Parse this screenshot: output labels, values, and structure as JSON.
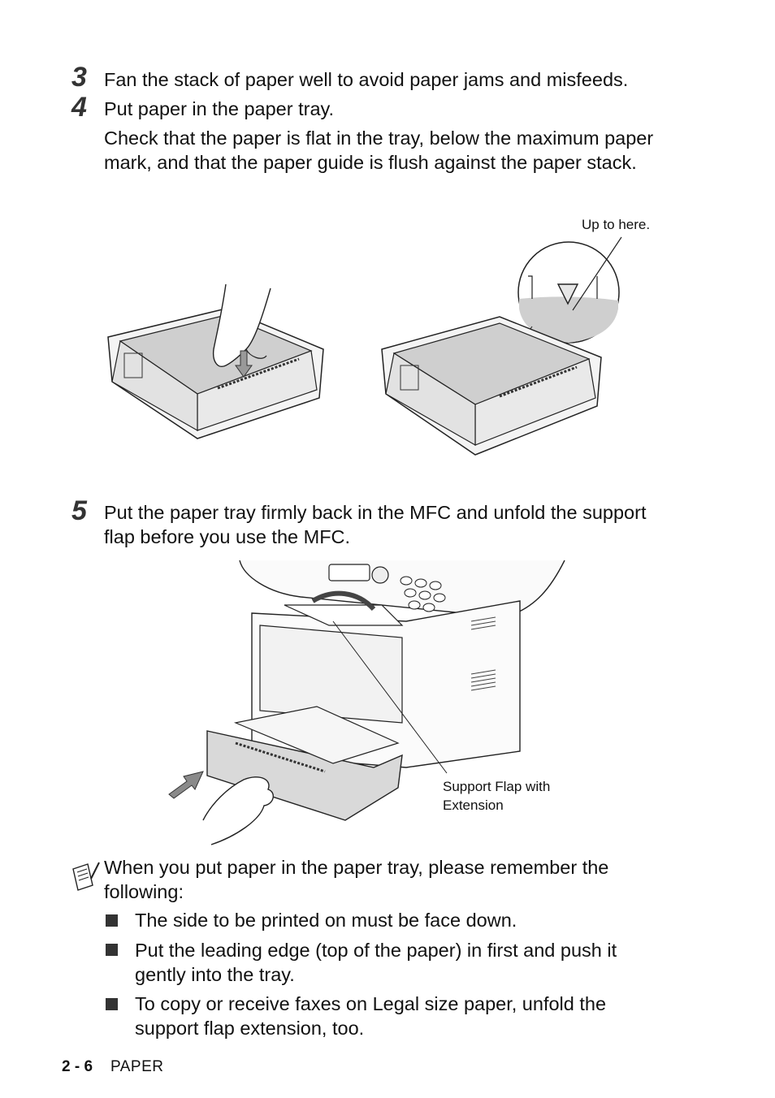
{
  "steps": [
    {
      "number": "3",
      "text": "Fan the stack of paper well to avoid paper jams and misfeeds."
    },
    {
      "number": "4",
      "text": "Put paper in the paper tray.",
      "detail": "Check that the paper is flat in the tray, below the maximum paper mark, and that the paper guide is flush against the paper stack."
    },
    {
      "number": "5",
      "text": "Put the paper tray firmly back in the MFC and unfold the support flap before you use the MFC."
    }
  ],
  "figure1": {
    "callout": "Up to here."
  },
  "figure2": {
    "callout": "Support Flap with Extension"
  },
  "note": {
    "icon": "note-pad-icon",
    "intro": "When you put paper in the paper tray, please remember the following:",
    "bullets": [
      "The side to be printed on must be face down.",
      "Put the leading edge (top of the paper) in first and push it gently into the tray.",
      "To copy or receive faxes on Legal size paper, unfold the support flap extension, too."
    ]
  },
  "footer": {
    "page_number": "2 - 6",
    "section": "PAPER"
  }
}
